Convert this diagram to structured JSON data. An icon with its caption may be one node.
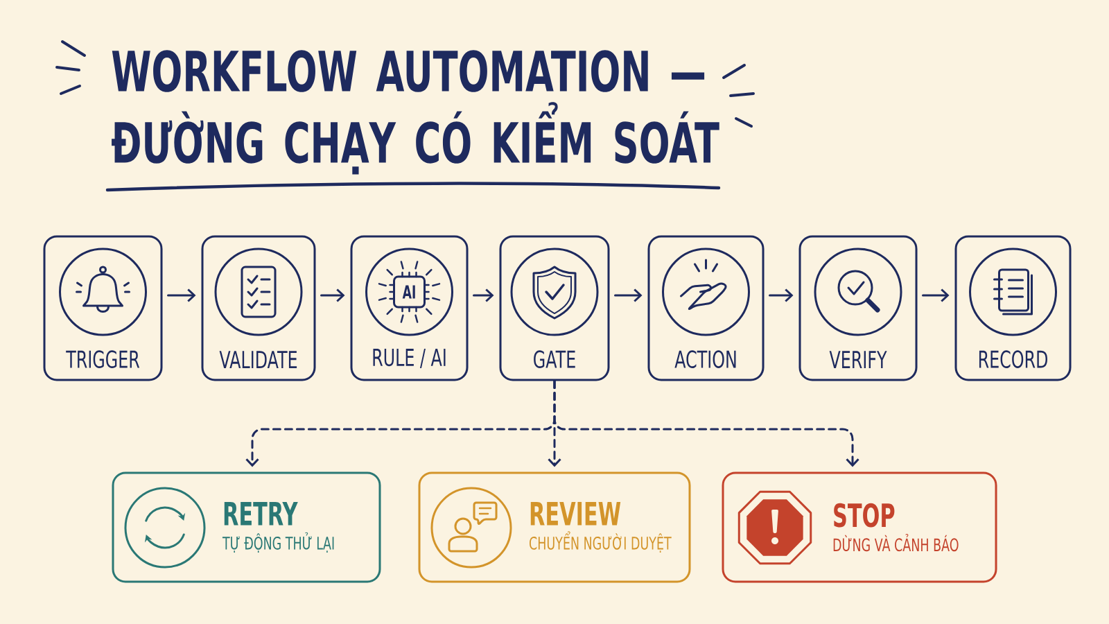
{
  "diagram": {
    "title": "WORKFLOW AUTOMATION — ĐƯỜNG CHẠY CÓ KIỂM SOÁT",
    "nodes": [
      {
        "text": [
          "TRIGGER"
        ]
      },
      {
        "text": [
          "VALIDATE"
        ]
      },
      {
        "text": [
          "RULE / AI"
        ]
      },
      {
        "text": [
          "GATE"
        ]
      },
      {
        "text": [
          "ACTION"
        ]
      },
      {
        "text": [
          "VERIFY"
        ]
      },
      {
        "text": [
          "RECORD"
        ]
      },
      {
        "text": [
          "RETRY",
          "TỰ ĐỘNG THỬ LẠI"
        ]
      },
      {
        "text": [
          "REVIEW",
          "CHUYỂN NGƯỜI DUYỆT"
        ]
      },
      {
        "text": [
          "STOP",
          "DỪNG VÀ CẢNH BÁO"
        ]
      }
    ],
    "edges": [
      {
        "from": 0,
        "to": 1,
        "arrow": "to"
      },
      {
        "from": 1,
        "to": 2,
        "arrow": "to"
      },
      {
        "from": 2,
        "to": 3,
        "arrow": "to"
      },
      {
        "from": 3,
        "to": 4,
        "arrow": "to"
      },
      {
        "from": 4,
        "to": 5,
        "arrow": "to"
      },
      {
        "from": 5,
        "to": 6,
        "arrow": "to"
      },
      {
        "from": 3,
        "to": 7,
        "arrow": "to",
        "style": "dashed"
      },
      {
        "from": 3,
        "to": 8,
        "arrow": "to",
        "style": "dashed"
      },
      {
        "from": 3,
        "to": 9,
        "arrow": "to",
        "style": "dashed"
      }
    ],
    "labels": [
      "AI"
    ]
  }
}
